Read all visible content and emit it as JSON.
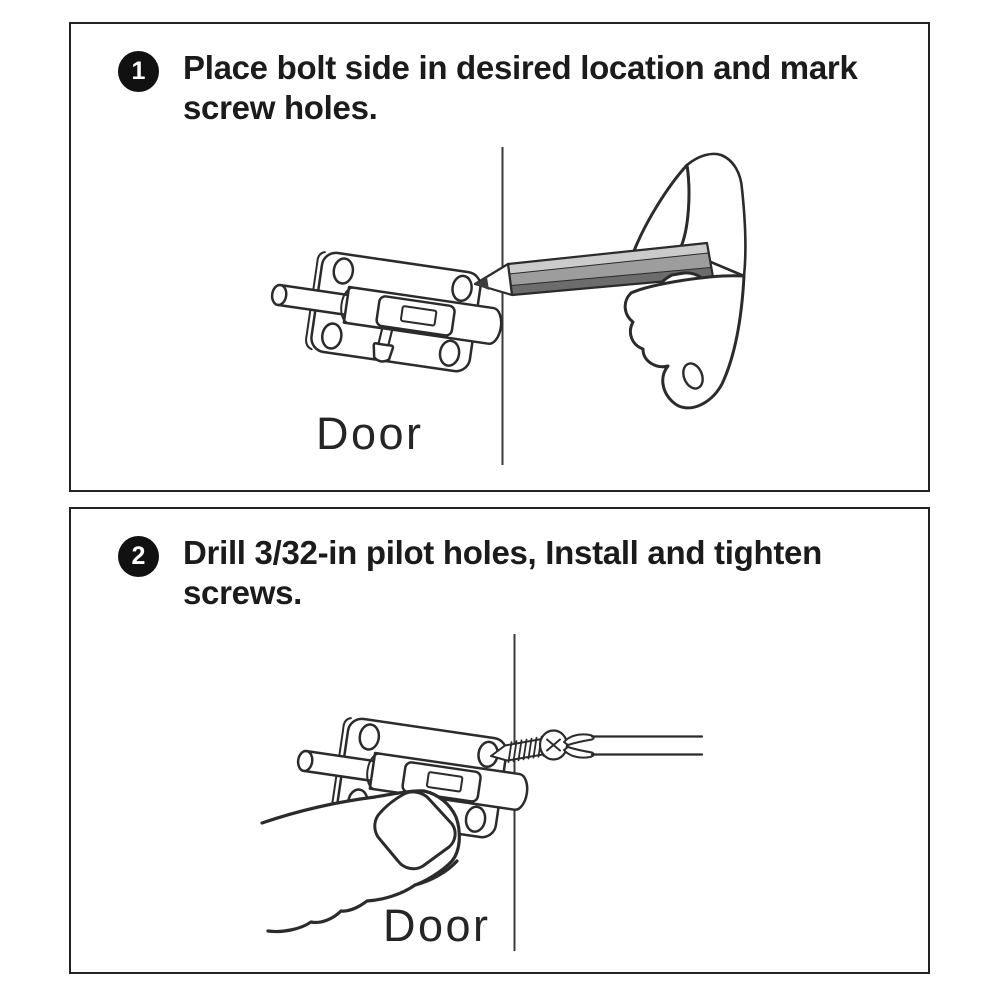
{
  "colors": {
    "ink": "#2b2b2b",
    "panel_border": "#222222",
    "text": "#1b1b1b",
    "badge_bg": "#111111",
    "badge_text": "#ffffff",
    "door_line": "#3a3a3a",
    "pencil_light": "#cbcbcb",
    "pencil_mid": "#9d9d9d",
    "pencil_dark": "#6c6c6c",
    "graphite": "#3d3d3d"
  },
  "steps": [
    {
      "number": "1",
      "lines": [
        "Place bolt side in desired location and mark",
        "screw holes."
      ],
      "door_label": "Door"
    },
    {
      "number": "2",
      "lines": [
        "Drill 3/32-in pilot holes, Install and tighten",
        "screws."
      ],
      "door_label": "Door"
    }
  ]
}
